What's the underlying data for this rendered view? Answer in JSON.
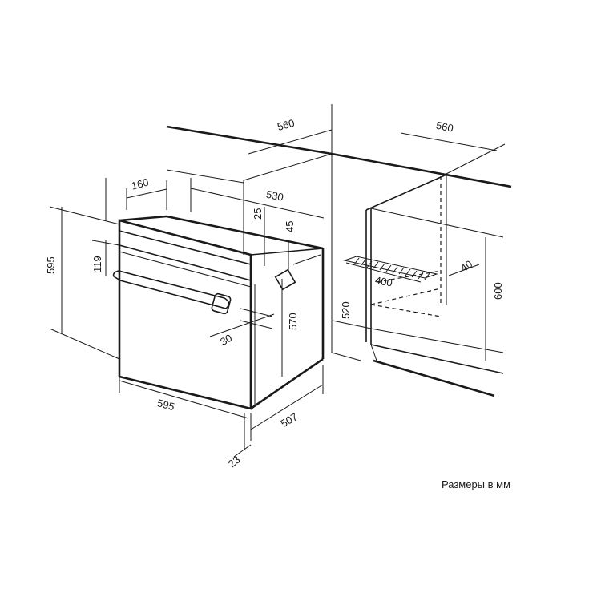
{
  "diagram": {
    "units_note": "Размеры в мм",
    "dimensions": {
      "cabinet_width_top": "560",
      "cabinet_width_right": "560",
      "oven_depth_top": "530",
      "panel_depth": "160",
      "gap_25": "25",
      "gap_45": "45",
      "oven_height": "595",
      "offset_119": "119",
      "body_height": "570",
      "door_30": "30",
      "oven_width": "595",
      "body_depth": "507",
      "door_thickness": "23",
      "niche_height_520": "520",
      "niche_height_600": "600",
      "vent_400": "400",
      "vent_40": "40"
    }
  }
}
